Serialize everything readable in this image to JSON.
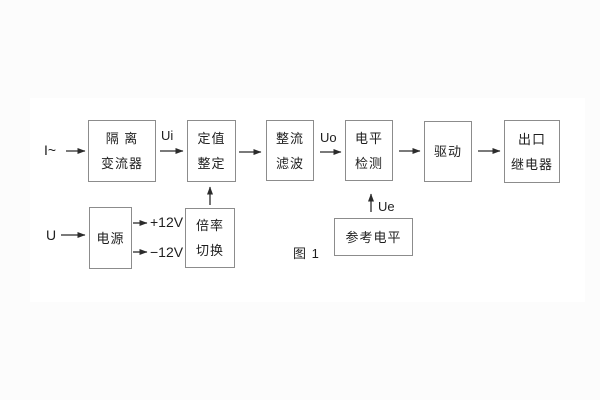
{
  "figure": {
    "caption": "图 1"
  },
  "colors": {
    "line": "#2b2b2b",
    "block_border": "#8c8c8c",
    "text": "#1e1e1e",
    "background": "#fcfcfc"
  },
  "blocks": [
    {
      "id": "isolation-transformer",
      "lines": [
        "隔 离",
        "变流器"
      ]
    },
    {
      "id": "setting-adjustment",
      "lines": [
        "定值",
        "整定"
      ]
    },
    {
      "id": "rectifier-filter",
      "lines": [
        "整流",
        "滤波"
      ]
    },
    {
      "id": "level-detection",
      "lines": [
        "电平",
        "检测"
      ]
    },
    {
      "id": "driver",
      "lines": [
        "驱动"
      ]
    },
    {
      "id": "output-relay",
      "lines": [
        "出口",
        "继电器"
      ]
    },
    {
      "id": "power-supply",
      "lines": [
        "电源"
      ]
    },
    {
      "id": "ratio-switching",
      "lines": [
        "倍率",
        "切换"
      ]
    },
    {
      "id": "reference-level",
      "lines": [
        "参考电平"
      ]
    }
  ],
  "signals": {
    "input_current": "I~",
    "input_voltage": "U",
    "ui": "Ui",
    "uo": "Uo",
    "ue": "Ue",
    "plus_12v": "+12V",
    "minus_12v": "−12V"
  }
}
